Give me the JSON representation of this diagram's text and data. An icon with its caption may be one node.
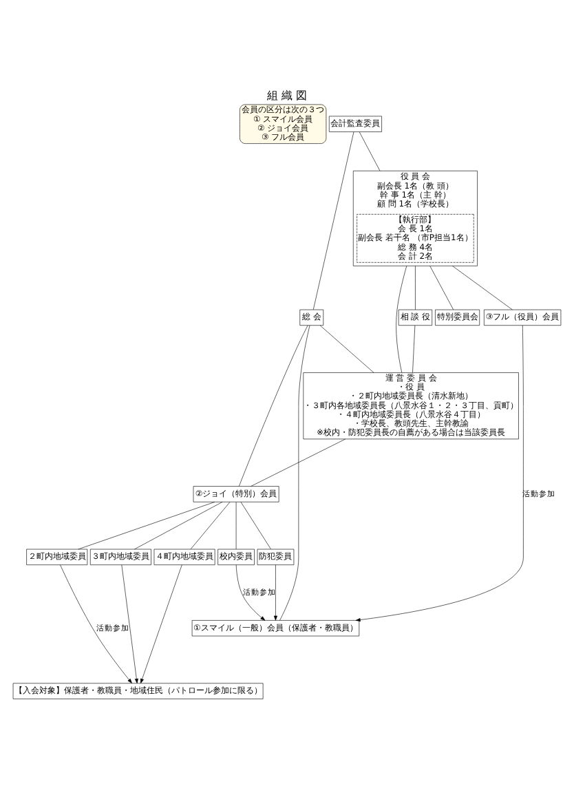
{
  "diagram": {
    "title": "組 織 図",
    "nodes": [
      {
        "text": [
          "会員の区分は次の３つ",
          "① スマイル会員",
          "② ジョイ会員",
          "③ フル会員"
        ]
      },
      {
        "text": [
          "役 員 会",
          "副会長 1名（教 頭）",
          "幹 事 1名（主 幹）",
          "顧 問 1名（学校長）"
        ]
      },
      {
        "text": [
          "【執行部】",
          "会 長 1名",
          "副会長 若干名 （市P担当1名）",
          "総 務 4名",
          "会 計 2名"
        ],
        "in": 1
      },
      {
        "text": [
          "特別委員会"
        ]
      },
      {
        "text": [
          "会計監査委員"
        ]
      },
      {
        "text": [
          "相 談 役"
        ]
      },
      {
        "text": [
          "総 会"
        ]
      },
      {
        "text": [
          "運 営 委 員 会",
          "・役 員",
          "・２町内地域委員長（清水新地）",
          "・３町内各地域委員長（八景水谷１・２・３丁目、貢町）",
          "・４町内地域委員長（八景水谷４丁目）",
          "・学校長、教頭先生、主幹教諭",
          "※校内・防犯委員長の自薦がある場合は当該委員長"
        ]
      },
      {
        "text": [
          "②ジョイ（特別）会員"
        ]
      },
      {
        "text": [
          "③フル（役員）会員"
        ]
      },
      {
        "text": [
          "校内委員"
        ]
      },
      {
        "text": [
          "防犯委員"
        ]
      },
      {
        "text": [
          "２町内地域委員"
        ]
      },
      {
        "text": [
          "３町内地域委員"
        ]
      },
      {
        "text": [
          "４町内地域委員"
        ]
      },
      {
        "text": [
          "①スマイル（一般）会員（保護者・教職員）"
        ]
      },
      {
        "text": [
          "【入会対象】保護者・教職員・地域住民（パトロール参加に限る）"
        ]
      }
    ],
    "edges": [
      {
        "from": 1,
        "to": 3,
        "arrow": "none"
      },
      {
        "from": 4,
        "to": 1,
        "arrow": "none"
      },
      {
        "from": 1,
        "to": 5,
        "arrow": "none"
      },
      {
        "from": 1,
        "to": 9,
        "arrow": "none"
      },
      {
        "from": 4,
        "to": 6,
        "arrow": "none"
      },
      {
        "from": 1,
        "to": 7,
        "arrow": "none"
      },
      {
        "from": 5,
        "to": 7,
        "arrow": "none"
      },
      {
        "from": 6,
        "to": 7,
        "arrow": "none"
      },
      {
        "from": 6,
        "to": 8,
        "arrow": "none"
      },
      {
        "from": 7,
        "to": 8,
        "arrow": "none"
      },
      {
        "from": 8,
        "to": 10,
        "arrow": "none"
      },
      {
        "from": 8,
        "to": 11,
        "arrow": "none"
      },
      {
        "from": 8,
        "to": 12,
        "arrow": "none"
      },
      {
        "from": 8,
        "to": 13,
        "arrow": "none"
      },
      {
        "from": 8,
        "to": 14,
        "arrow": "none"
      },
      {
        "from": 6,
        "to": 15,
        "arrow": "none"
      },
      {
        "from": 10,
        "to": 15,
        "arrow": "to",
        "label": "活動参加"
      },
      {
        "from": 11,
        "to": 15,
        "arrow": "to"
      },
      {
        "from": 9,
        "to": 15,
        "arrow": "to",
        "label": "活動参加"
      },
      {
        "from": 12,
        "to": 16,
        "arrow": "to",
        "label": "活動参加"
      },
      {
        "from": 13,
        "to": 16,
        "arrow": "to"
      },
      {
        "from": 14,
        "to": 16,
        "arrow": "to"
      }
    ]
  }
}
